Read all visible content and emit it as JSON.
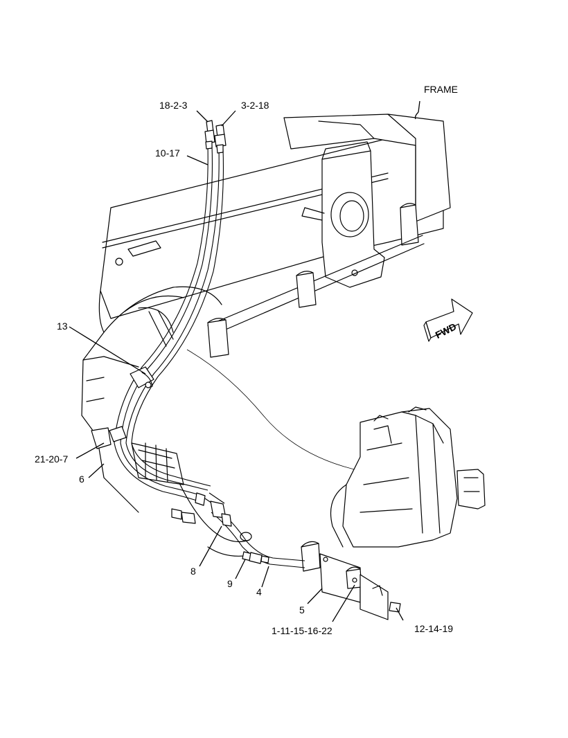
{
  "labels": {
    "frame": "FRAME",
    "fwd": "FWD",
    "c18_2_3": "18-2-3",
    "c3_2_18": "3-2-18",
    "c10_17": "10-17",
    "c13": "13",
    "c21_20_7": "21-20-7",
    "c6": "6",
    "c8": "8",
    "c9": "9",
    "c4": "4",
    "c5": "5",
    "c1_11_15_16_22": "1-11-15-16-22",
    "c12_14_19": "12-14-19"
  }
}
